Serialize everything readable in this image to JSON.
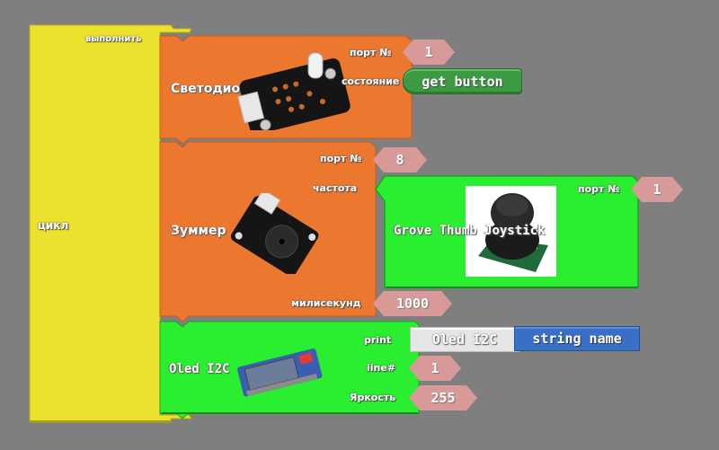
{
  "loop_block": {
    "label": "цикл",
    "do_label": "выполнить",
    "color": "#ece22e"
  },
  "led_block": {
    "title": "Светодиод",
    "color": "#ec7830",
    "port_label": "порт №",
    "port_value": "1",
    "state_label": "состояние",
    "state_value_block": "get button",
    "image": "led-module-image"
  },
  "buzzer_block": {
    "title": "Зуммер",
    "color": "#ec7830",
    "port_label": "порт №",
    "port_value": "8",
    "frequency_label": "частота",
    "milliseconds_label": "милисекунд",
    "milliseconds_value": "1000",
    "image": "buzzer-module-image"
  },
  "joystick_block": {
    "title": "Grove Thumb Joystick",
    "color": "#2aee30",
    "port_label": "порт №",
    "port_value": "1",
    "image": "thumb-joystick-image"
  },
  "oled_block": {
    "title": "Oled I2C",
    "color": "#2aee30",
    "print_label": "print",
    "print_string": "Oled I2C",
    "print_var_block": "string name",
    "line_label": "line#",
    "line_value": "1",
    "brightness_label": "Яркость",
    "brightness_value": "255",
    "image": "oled-module-image"
  }
}
